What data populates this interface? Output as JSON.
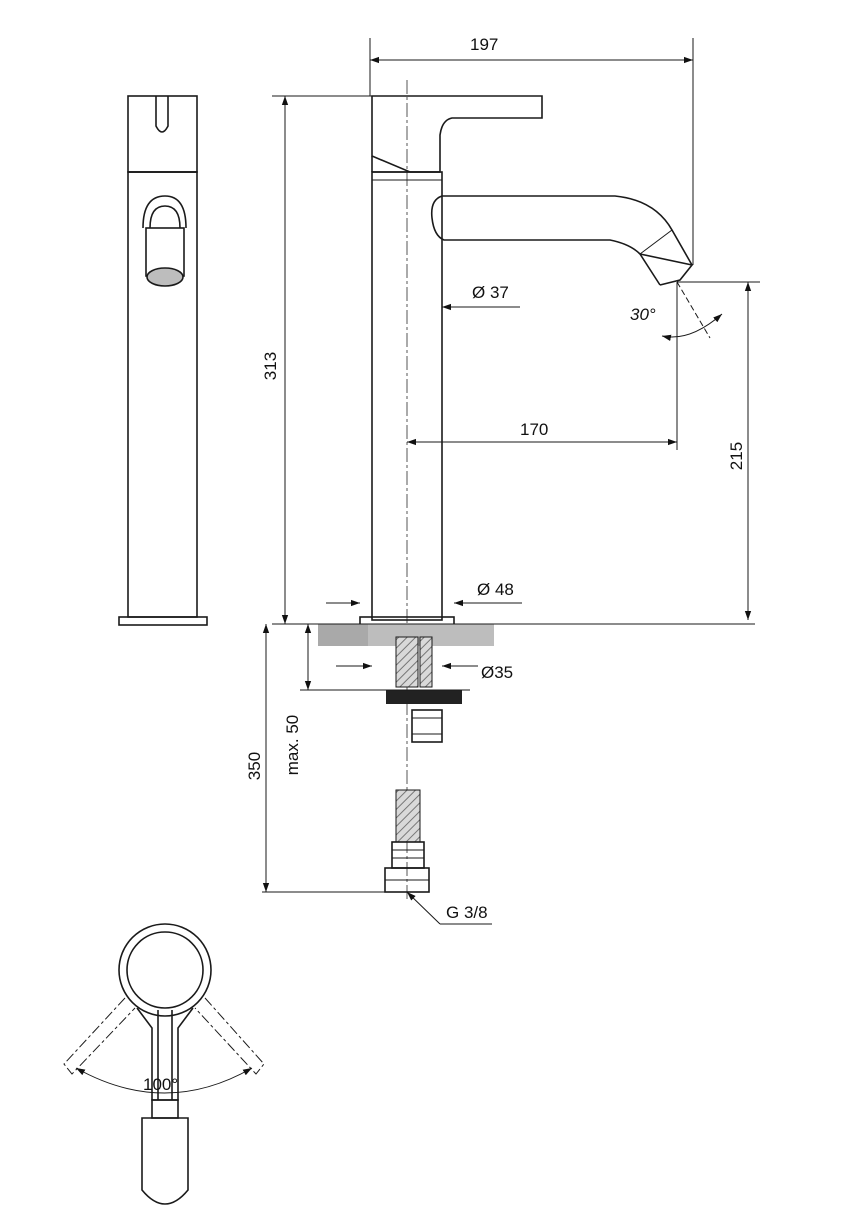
{
  "dimensions": {
    "width_197": "197",
    "height_313": "313",
    "dia_37": "Ø 37",
    "angle_30": "30°",
    "reach_170": "170",
    "height_215": "215",
    "dia_48": "Ø 48",
    "dia_35": "Ø35",
    "max_50": "max. 50",
    "length_350": "350",
    "thread_g38": "G 3/8",
    "rotation_100": "100°"
  },
  "colors": {
    "line": "#1a1a1a",
    "counter": "#bdbdbd",
    "hatch": "#8a8a8a",
    "flange": "#222222"
  }
}
